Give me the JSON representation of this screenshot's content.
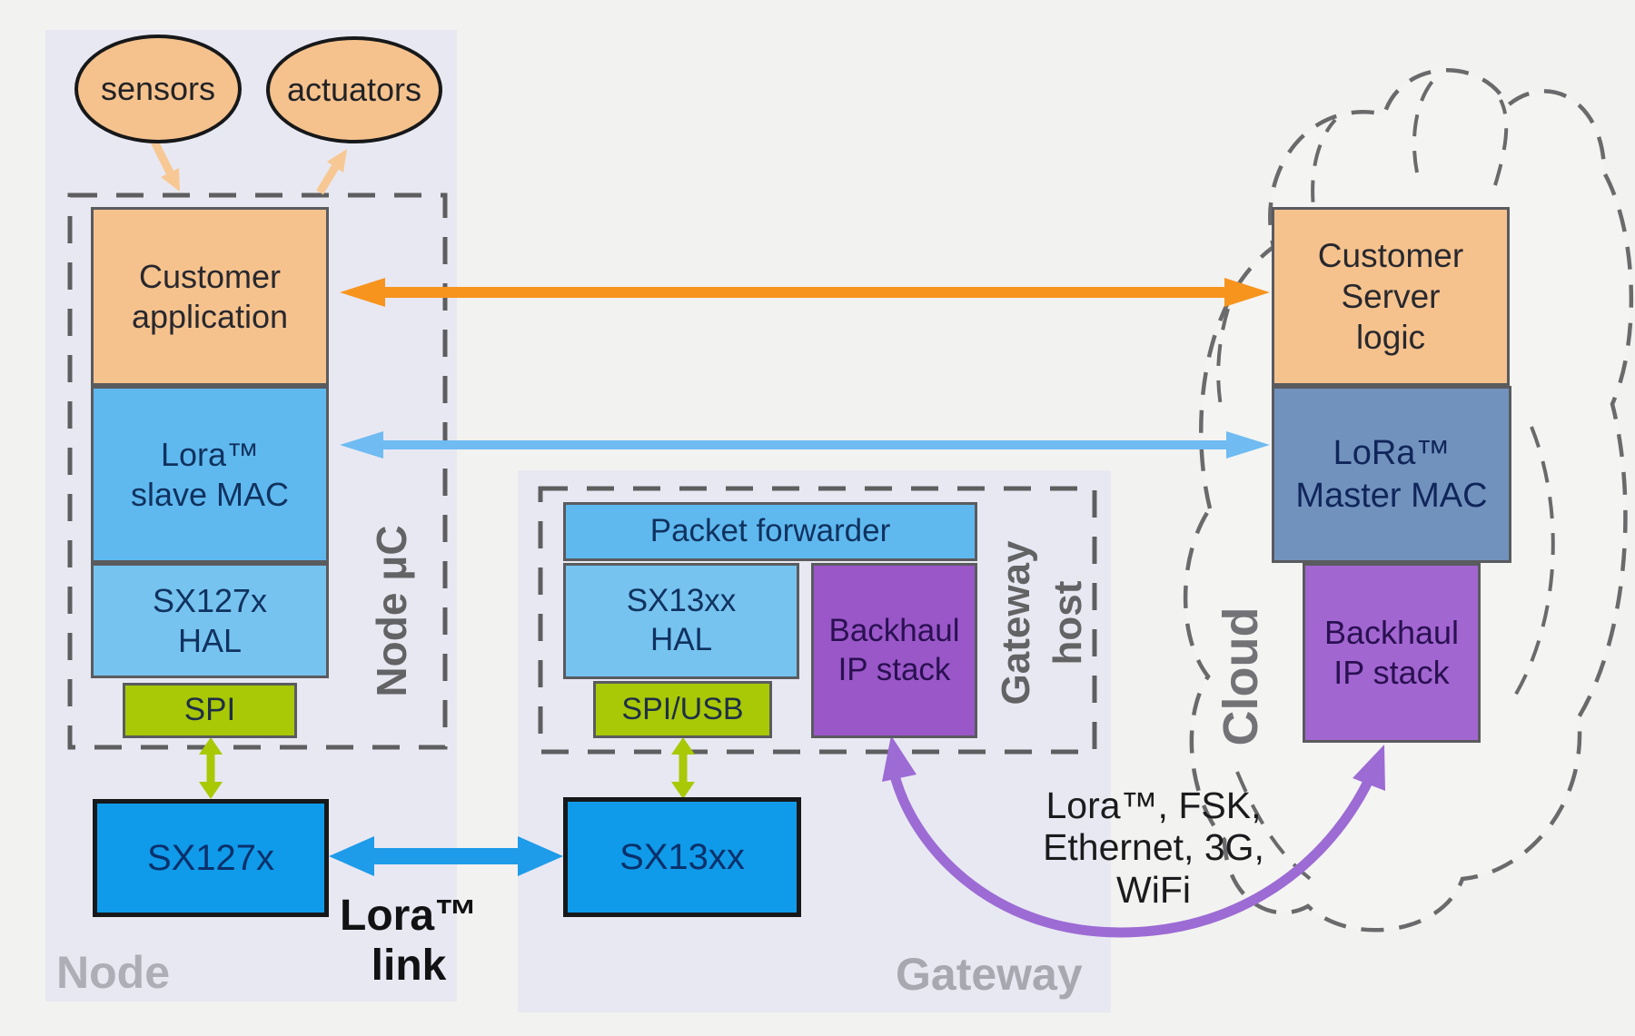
{
  "node": {
    "section_label": "Node",
    "mcu_label": "Node μC",
    "sensors_label": "sensors",
    "actuators_label": "actuators",
    "boxes": {
      "customer_app": "Customer\napplication",
      "slave_mac": "Lora™\nslave MAC",
      "hal": "SX127x\nHAL",
      "spi": "SPI",
      "chip": "SX127x"
    }
  },
  "gateway": {
    "section_label": "Gateway",
    "host_label": "Gateway\nhost",
    "boxes": {
      "packet_forwarder": "Packet forwarder",
      "hal": "SX13xx\nHAL",
      "spi_usb": "SPI/USB",
      "backhaul": "Backhaul\nIP stack",
      "chip": "SX13xx"
    }
  },
  "cloud": {
    "section_label": "Cloud",
    "boxes": {
      "server_logic": "Customer\nServer\nlogic",
      "master_mac": "LoRa™\nMaster MAC",
      "backhaul": "Backhaul\nIP stack"
    }
  },
  "links": {
    "lora_link_label": "Lora™\nlink",
    "backhaul_media_label": "Lora™, FSK,\nEthernet, 3G,\nWiFi"
  },
  "colors": {
    "panel": "#E8E8F2",
    "orange_box": "#F5C28D",
    "sky_box": "#5FB9EF",
    "chip_blue": "#0F9BEA",
    "green": "#A9C806",
    "purple_gateway": "#9A57C8",
    "purple_cloud": "#A266D0",
    "steel_blue": "#7292BE",
    "arrow_orange": "#F7941D",
    "arrow_sky": "#6FBBF2",
    "arrow_blue": "#1E9BE9",
    "arrow_green": "#A9C806",
    "arrow_purple": "#9C6BD4",
    "arrow_peach": "#F7C894"
  }
}
